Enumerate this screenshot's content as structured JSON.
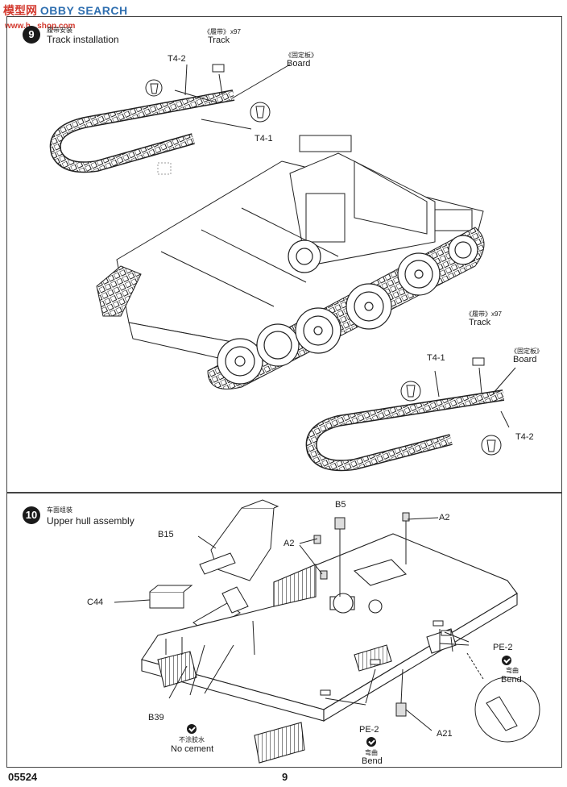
{
  "watermark": {
    "cn": "模型网",
    "en": "OBBY SEARCH",
    "url": "www.h...shop.com"
  },
  "step9": {
    "number": "9",
    "title_cn": "履带安装",
    "title_en": "Track installation",
    "top": {
      "track_cn": "《履带》",
      "track_count": "x97",
      "track_en": "Track",
      "board_cn": "《固定板》",
      "board_en": "Board",
      "t42": "T4-2",
      "t41": "T4-1"
    },
    "bottom": {
      "track_cn": "《履带》",
      "track_count": "x97",
      "track_en": "Track",
      "board_cn": "《固定板》",
      "board_en": "Board",
      "t41": "T4-1",
      "t42": "T4-2"
    }
  },
  "step10": {
    "number": "10",
    "title_cn": "车面组装",
    "title_en": "Upper hull assembly",
    "labels": {
      "b15": "B15",
      "b5": "B5",
      "a2_right": "A2",
      "a2_left": "A2",
      "c44": "C44",
      "pe2_right": "PE-2",
      "bend_cn_right": "弯曲",
      "bend_en_right": "Bend",
      "b39": "B39",
      "no_cement_cn": "不涂胶水",
      "no_cement_en": "No cement",
      "pe2_bottom": "PE-2",
      "bend_cn_bottom": "弯曲",
      "bend_en_bottom": "Bend",
      "a21": "A21"
    }
  },
  "footer": {
    "code": "05524",
    "page": "9"
  }
}
